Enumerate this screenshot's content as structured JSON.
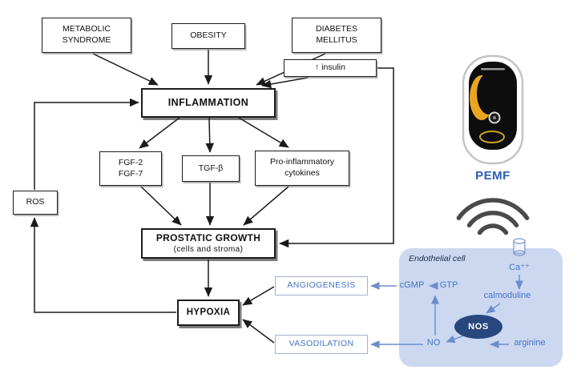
{
  "flow": {
    "metabolic_syndrome": "METABOLIC\nSYNDROME",
    "obesity": "OBESITY",
    "diabetes_mellitus": "DIABETES\nMELLITUS",
    "insulin": "↑ insulin",
    "inflammation": "INFLAMMATION",
    "fgf": "FGF-2\nFGF-7",
    "tgf": "TGF-β",
    "cytokines": "Pro-inflammatory\ncytokines",
    "ros": "ROS",
    "prostatic_growth_title": "PROSTATIC GROWTH",
    "prostatic_growth_sub": "(cells and stroma)",
    "hypoxia": "HYPOXIA",
    "angiogenesis": "ANGIOGENESIS",
    "vasodilation": "VASODILATION"
  },
  "pemf": {
    "label": "PEMF"
  },
  "endothelial": {
    "title": "Endothelial cell",
    "calcium": "Ca⁺⁺",
    "calmoduline": "calmoduline",
    "nos": "NOS",
    "no": "NO",
    "arginine": "arginine",
    "cgmp": "cGMP",
    "gtp": "GTP"
  },
  "colors": {
    "blue_text": "#4472c4",
    "blue_arrow": "#6c8ccd",
    "panel_bg": "#cbd8f0",
    "nos_fill": "#27477e",
    "pemf_label": "#2b5cb8"
  }
}
